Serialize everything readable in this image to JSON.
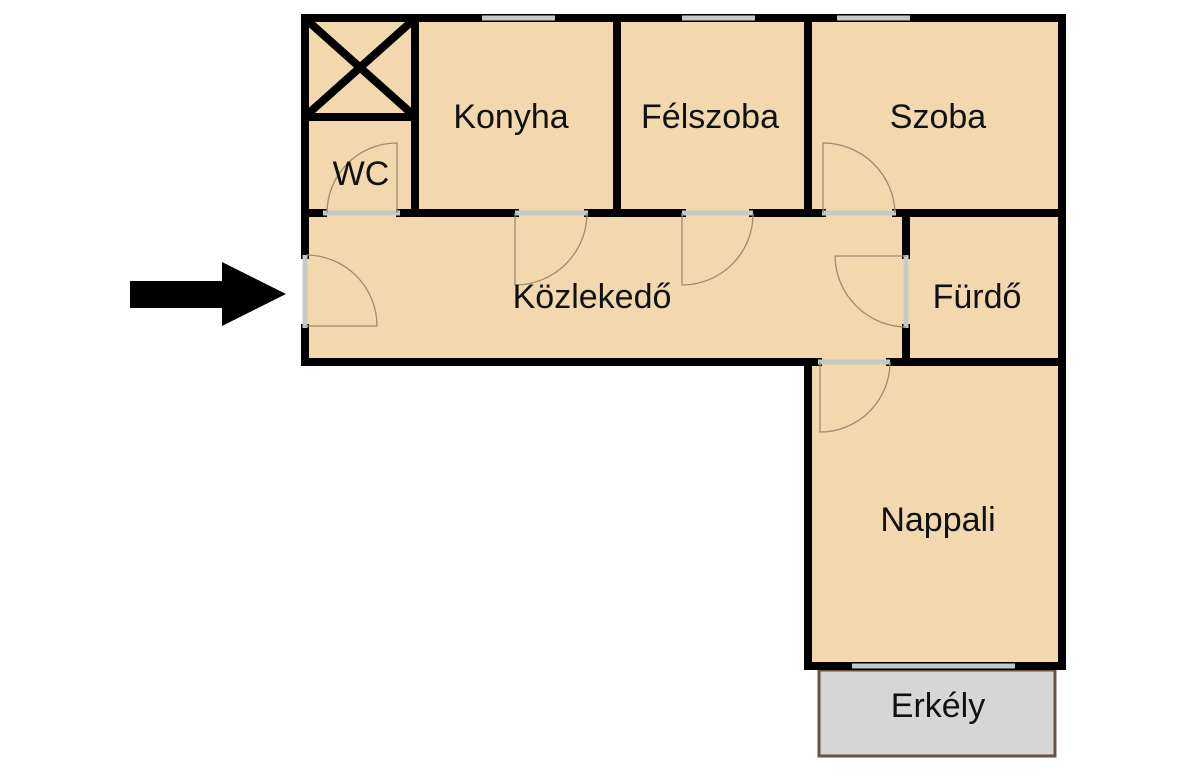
{
  "floorplan": {
    "rooms": {
      "konyha": "Konyha",
      "felszoba": "Félszoba",
      "szoba": "Szoba",
      "wc": "WC",
      "kozlekedo": "Közlekedő",
      "furdo": "Fürdő",
      "nappali": "Nappali",
      "erkely": "Erkély"
    },
    "icons": {
      "entrance": "arrow-right-icon",
      "shaft": "cross-box-icon"
    },
    "colors": {
      "room_fill": "#f3d8ae",
      "wall": "#000000",
      "balcony_fill": "#d6d6d6",
      "balcony_border": "#6b5048"
    }
  }
}
